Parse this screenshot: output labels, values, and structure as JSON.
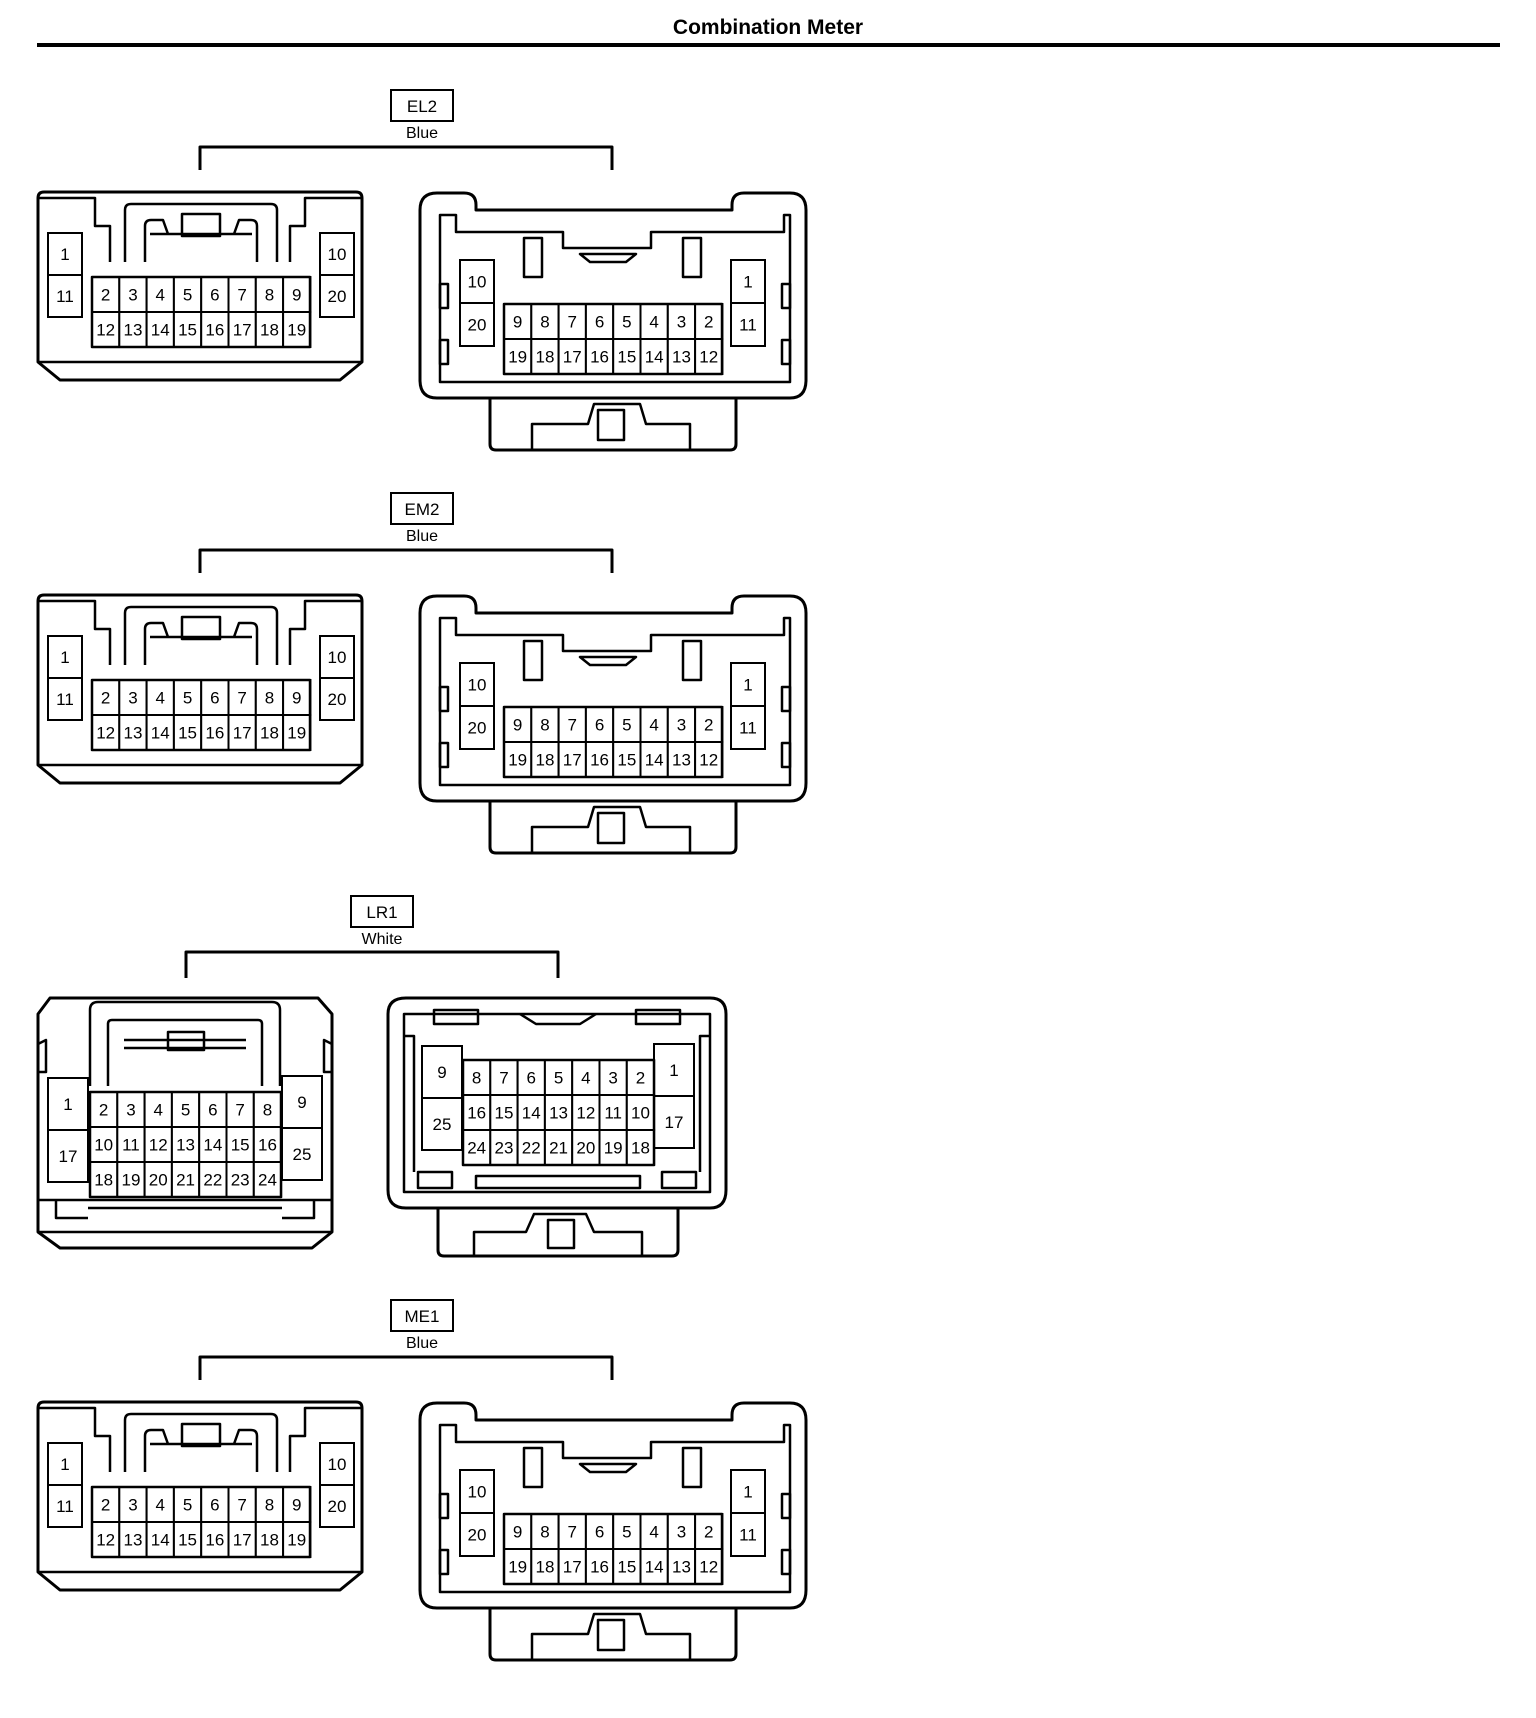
{
  "title": "Combination Meter",
  "connectors": [
    {
      "code": "EL2",
      "color": "Blue",
      "type": "20",
      "left": {
        "top_left": "1",
        "bottom_left": "11",
        "top_right": "10",
        "bottom_right": "20",
        "top_row": [
          "2",
          "3",
          "4",
          "5",
          "6",
          "7",
          "8",
          "9"
        ],
        "bottom_row": [
          "12",
          "13",
          "14",
          "15",
          "16",
          "17",
          "18",
          "19"
        ]
      },
      "right": {
        "top_left": "10",
        "bottom_left": "20",
        "top_right": "1",
        "bottom_right": "11",
        "top_row": [
          "9",
          "8",
          "7",
          "6",
          "5",
          "4",
          "3",
          "2"
        ],
        "bottom_row": [
          "19",
          "18",
          "17",
          "16",
          "15",
          "14",
          "13",
          "12"
        ]
      }
    },
    {
      "code": "EM2",
      "color": "Blue",
      "type": "20",
      "left": {
        "top_left": "1",
        "bottom_left": "11",
        "top_right": "10",
        "bottom_right": "20",
        "top_row": [
          "2",
          "3",
          "4",
          "5",
          "6",
          "7",
          "8",
          "9"
        ],
        "bottom_row": [
          "12",
          "13",
          "14",
          "15",
          "16",
          "17",
          "18",
          "19"
        ]
      },
      "right": {
        "top_left": "10",
        "bottom_left": "20",
        "top_right": "1",
        "bottom_right": "11",
        "top_row": [
          "9",
          "8",
          "7",
          "6",
          "5",
          "4",
          "3",
          "2"
        ],
        "bottom_row": [
          "19",
          "18",
          "17",
          "16",
          "15",
          "14",
          "13",
          "12"
        ]
      }
    },
    {
      "code": "LR1",
      "color": "White",
      "type": "25",
      "left": {
        "top_left": "1",
        "bottom_left": "17",
        "top_right": "9",
        "bottom_right": "25",
        "row1": [
          "2",
          "3",
          "4",
          "5",
          "6",
          "7",
          "8"
        ],
        "row2": [
          "10",
          "11",
          "12",
          "13",
          "14",
          "15",
          "16"
        ],
        "row3": [
          "18",
          "19",
          "20",
          "21",
          "22",
          "23",
          "24"
        ]
      },
      "right": {
        "top_left": "9",
        "bottom_left": "25",
        "top_right": "1",
        "bottom_right": "17",
        "row1": [
          "8",
          "7",
          "6",
          "5",
          "4",
          "3",
          "2"
        ],
        "row2": [
          "16",
          "15",
          "14",
          "13",
          "12",
          "11",
          "10"
        ],
        "row3": [
          "24",
          "23",
          "22",
          "21",
          "20",
          "19",
          "18"
        ]
      }
    },
    {
      "code": "ME1",
      "color": "Blue",
      "type": "20",
      "left": {
        "top_left": "1",
        "bottom_left": "11",
        "top_right": "10",
        "bottom_right": "20",
        "top_row": [
          "2",
          "3",
          "4",
          "5",
          "6",
          "7",
          "8",
          "9"
        ],
        "bottom_row": [
          "12",
          "13",
          "14",
          "15",
          "16",
          "17",
          "18",
          "19"
        ]
      },
      "right": {
        "top_left": "10",
        "bottom_left": "20",
        "top_right": "1",
        "bottom_right": "11",
        "top_row": [
          "9",
          "8",
          "7",
          "6",
          "5",
          "4",
          "3",
          "2"
        ],
        "bottom_row": [
          "19",
          "18",
          "17",
          "16",
          "15",
          "14",
          "13",
          "12"
        ]
      }
    }
  ]
}
